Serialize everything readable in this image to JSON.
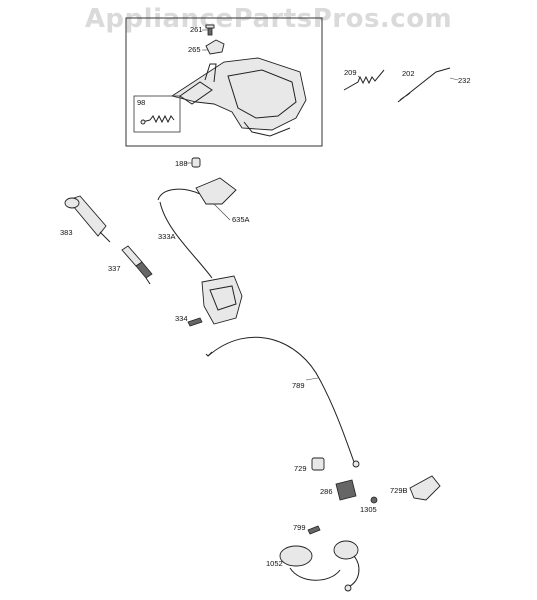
{
  "watermark": "AppliancePartsPros.com",
  "labels": {
    "p261": "261",
    "p265": "265",
    "p98": "98",
    "p209": "209",
    "p202": "202",
    "p232": "232",
    "p188": "188",
    "p383": "383",
    "p337": "337",
    "p333a": "333A",
    "p635a": "635A",
    "p334": "334",
    "p789": "789",
    "p729": "729",
    "p286": "286",
    "p729b": "729B",
    "p1305": "1305",
    "p799": "799",
    "p1052": "1052"
  }
}
